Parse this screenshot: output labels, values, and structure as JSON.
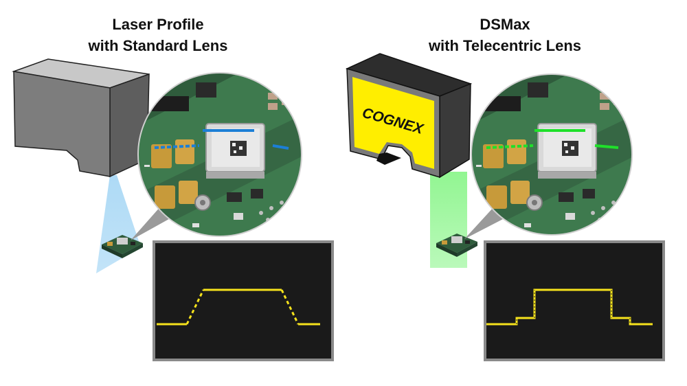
{
  "titles": {
    "left": {
      "line1": "Laser Profile",
      "line2": "with Standard Lens"
    },
    "right": {
      "line1": "DSMax",
      "line2": "with Telecentric Lens"
    }
  },
  "camera_right": {
    "brand": "COGNEX"
  },
  "colors": {
    "standard_beam": "#a9d8f5",
    "standard_laser_line": "#1c7fd6",
    "telecentric_beam": "#8cf58c",
    "telecentric_laser_line": "#1fe02a",
    "profile_trace": "#f5e21c",
    "monitor_bg": "#1a1a1a",
    "monitor_border": "#8a8a8a",
    "camera_yellow": "#ffee00",
    "camera_gray": "#7a7a7a"
  },
  "icons": {
    "left_camera": "standard-lens-camera-icon",
    "right_camera": "cognex-dsmax-camera-icon",
    "circuit_board": "circuit-board-photo-icon"
  },
  "profiles": {
    "standard": "sloped-edges",
    "telecentric": "stepped-edges"
  }
}
